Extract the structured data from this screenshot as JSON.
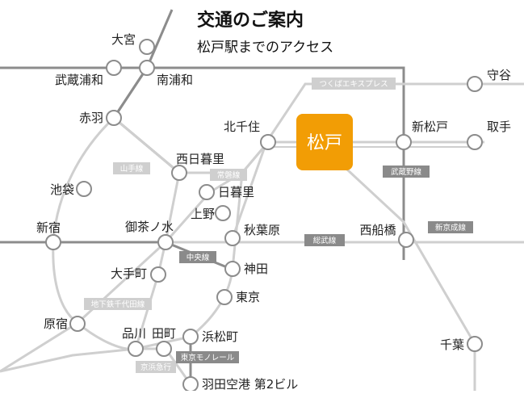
{
  "header": {
    "title": "交通のご案内",
    "subtitle": "松戸駅までのアクセス"
  },
  "destination": {
    "name": "松戸",
    "color": "#f29d05"
  },
  "colors": {
    "line_dark": "#8c8c8c",
    "line_light": "#cfcfcf",
    "tag_dark": "#8a8a8a",
    "tag_light": "#cfcfcf",
    "station_fill": "#ffffff",
    "station_stroke": "#8c8c8c"
  },
  "stations": {
    "omiya": "大宮",
    "musashi_urawa": "武蔵浦和",
    "minami_urawa": "南浦和",
    "akabane": "赤羽",
    "kita_senju": "北千住",
    "shin_matsudo": "新松戸",
    "moriya": "守谷",
    "toride": "取手",
    "nishi_nippori": "西日暮里",
    "nippori": "日暮里",
    "ikebukuro": "池袋",
    "ueno": "上野",
    "shinjuku": "新宿",
    "ochanomizu": "御茶ノ水",
    "akihabara": "秋葉原",
    "nishi_funabashi": "西船橋",
    "kanda": "神田",
    "otemachi": "大手町",
    "tokyo": "東京",
    "harajuku": "原宿",
    "shinagawa": "品川",
    "tamachi": "田町",
    "hamamatsucho": "浜松町",
    "chiba": "千葉",
    "haneda": "羽田空港 第2ビル"
  },
  "line_tags": {
    "tsukuba": "つくばエキスプレス",
    "yamanote": "山手線",
    "joban": "常磐線",
    "musashino": "武蔵野線",
    "sobu": "総武線",
    "keiyo": "新京成線",
    "chuo": "中央線",
    "chiyoda": "地下鉄千代田線",
    "monorail": "東京モノレール",
    "keikyu": "京浜急行"
  }
}
